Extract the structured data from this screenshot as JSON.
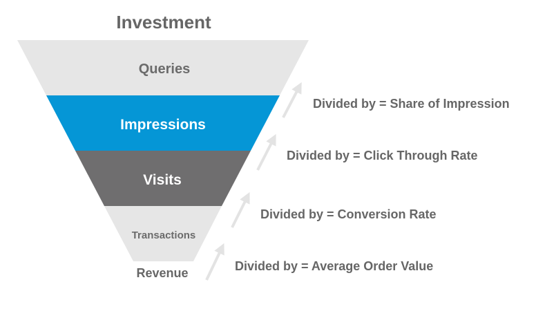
{
  "title": "Investment",
  "stages": [
    {
      "label": "Queries",
      "color": "#e6e6e6",
      "text_color": "#6b6b6b"
    },
    {
      "label": "Impressions",
      "color": "#0596d6",
      "text_color": "#ffffff"
    },
    {
      "label": "Visits",
      "color": "#6f6e6f",
      "text_color": "#ffffff"
    },
    {
      "label": "Transactions",
      "color": "#e6e6e6",
      "text_color": "#6b6b6b"
    }
  ],
  "bottom_label": "Revenue",
  "divisors": [
    "Divided by = Share of Impression",
    "Divided by = Click Through Rate",
    "Divided by = Conversion Rate",
    "Divided by = Average Order Value"
  ],
  "colors": {
    "text": "#666666",
    "arrow": "#e3e3e3"
  }
}
